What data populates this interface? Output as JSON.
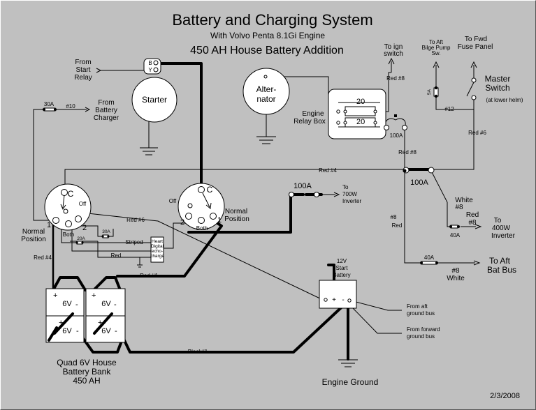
{
  "title": {
    "main": "Battery and Charging System",
    "engine": "With Volvo Penta 8.1Gi Engine",
    "addition": "450 AH House Battery Addition"
  },
  "date": "2/3/2008",
  "starter": {
    "label": "Starter",
    "term_b": "B",
    "term_y": "Y",
    "from1": "From",
    "from2": "Start",
    "from3": "Relay"
  },
  "alternator": {
    "line1": "Alter-",
    "line2": "nator"
  },
  "relay_box": {
    "line1": "Engine",
    "line2": "Relay Box",
    "fuse1": "20",
    "fuse2": "20"
  },
  "ign": {
    "line1": "To ign",
    "line2": "switch",
    "wire": "Red #8"
  },
  "bilge": {
    "line1": "To Aft",
    "line2": "Bilge Pump",
    "line3": "Sw.",
    "fuse": "5A"
  },
  "fwd": {
    "line1": "To Fwd",
    "line2": "Fuse Panel"
  },
  "master": {
    "line1": "Master",
    "line2": "Switch",
    "line3": "(at lower helm)",
    "wire": "#12"
  },
  "relay_fuse": "100A",
  "wires": {
    "red8_main": "Red #8",
    "red6": "Red #6",
    "red4_top": "Red #4",
    "red4_left": "Red #4",
    "red6_mid": "Red #6",
    "red1": "Red #1",
    "black1": "Black#1",
    "striped": "Striped",
    "red_small": "Red",
    "red8_vert1": "#8",
    "red8_vert2": "Red"
  },
  "fuses": {
    "f30a_top": "30A",
    "w10": "#10",
    "f30a_small": "30A",
    "f20a_small": "20A",
    "f100a_right": "100A",
    "f100a_inv": "100A",
    "f40a_inv": "40A",
    "f40a_bus": "40A"
  },
  "charger": {
    "line1": "From",
    "line2": "Battery",
    "line3": "Charger"
  },
  "left_switch": {
    "c": "C",
    "off": "Off",
    "p1": "1",
    "p2": "2",
    "both": "Both",
    "normal1": "Normal",
    "normal2": "Position"
  },
  "right_switch": {
    "c": "C",
    "off": "Off",
    "p1": "1",
    "p2": "2",
    "both": "Both",
    "normal1": "Normal",
    "normal2": "Position"
  },
  "echo": {
    "line1": "Heart",
    "line2": "Digital",
    "line3": "echo-",
    "line4": "charge"
  },
  "inverter700": {
    "line1": "To",
    "line2": "700W",
    "line3": "Inverter"
  },
  "inverter400": {
    "white1": "White",
    "white2": "#8",
    "red1": "Red",
    "red2": "#8",
    "to1": "To",
    "to2": "400W",
    "to3": "Inverter"
  },
  "aftbus": {
    "line1": "To Aft",
    "line2": "Bat Bus",
    "w1": "#8",
    "w2": "White"
  },
  "start_battery": {
    "line1": "12V",
    "line2": "Start",
    "line3": "Battery",
    "plus": "+",
    "minus": "-"
  },
  "ground_aft": {
    "line1": "From aft",
    "line2": "ground bus"
  },
  "ground_fwd": {
    "line1": "From forward",
    "line2": "ground bus"
  },
  "engine_ground": "Engine Ground",
  "house_bank": {
    "line1": "Quad 6V House",
    "line2": "Battery Bank",
    "line3": "450 AH",
    "cell": "6V",
    "plus": "+",
    "minus": "-"
  }
}
